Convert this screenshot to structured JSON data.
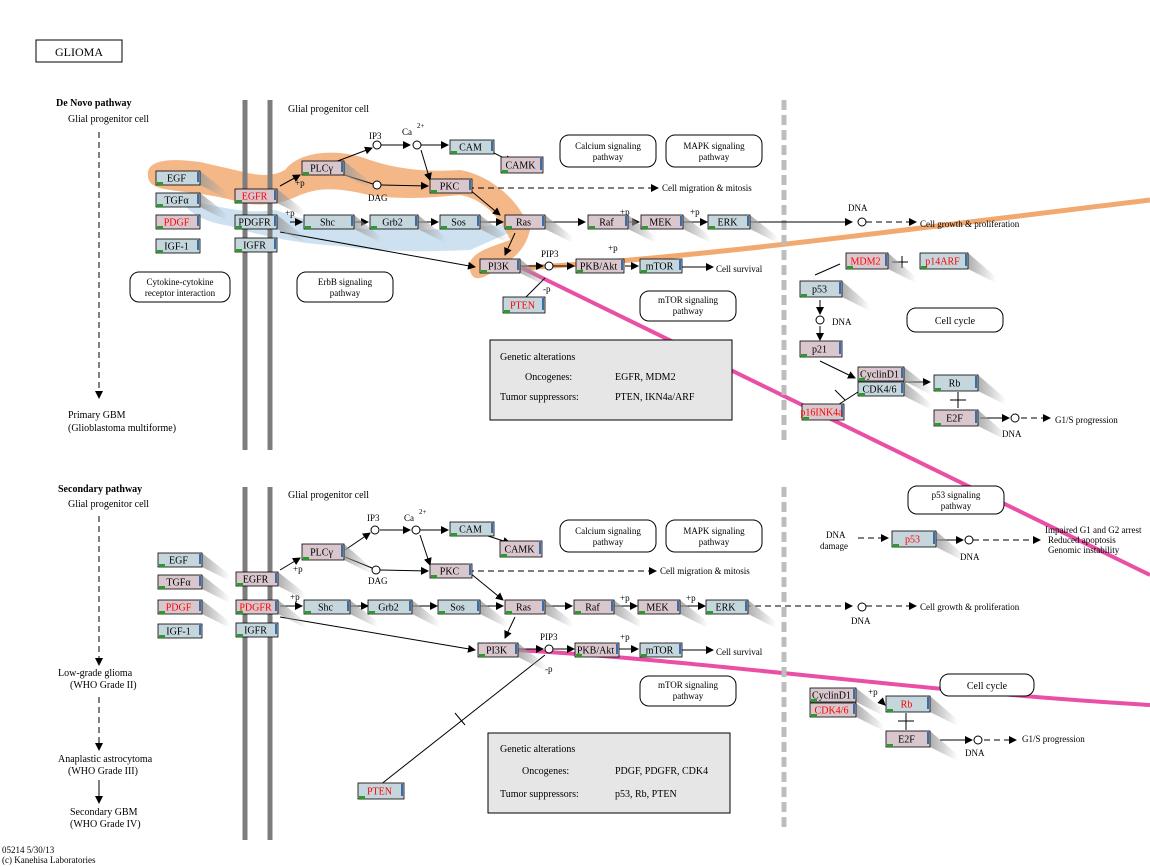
{
  "title": "GLIOMA",
  "footer": {
    "line1": "05214 5/30/13",
    "line2": "(c) Kanehisa Laboratories"
  },
  "colors": {
    "gene_fill": "#d9c7cd",
    "gene_fill_blue": "#c5d6dd",
    "mutant_text": "#ff0000",
    "highlight_orange": "#f0a060",
    "highlight_blue": "#b8d4ea",
    "highlight_pink": "#ea4fa6",
    "membrane": "#7d7d7d",
    "nucleus": "#bdbdbd",
    "green_marker": "#2a9a2a"
  },
  "denovo": {
    "section_title": "De Novo pathway",
    "cell_label": "Glial progenitor cell",
    "progenitor_cell": "Glial progenitor cell",
    "end_label_1": "Primary GBM",
    "end_label_2": "(Glioblastoma multiforme)",
    "ligands": [
      "EGF",
      "TGFα",
      "PDGF",
      "IGF-1"
    ],
    "receptors": [
      "EGFR",
      "PDGFR",
      "IGFR"
    ],
    "genes": {
      "plcg": "PLCγ",
      "pkc": "PKC",
      "camk": "CAMK",
      "cam": "CAM",
      "shc": "Shc",
      "grb2": "Grb2",
      "sos": "Sos",
      "ras": "Ras",
      "raf": "Raf",
      "mek": "MEK",
      "erk": "ERK",
      "pi3k": "PI3K",
      "pkb": "PKB/Akt",
      "mtor": "mTOR",
      "pten": "PTEN",
      "mdm2": "MDM2",
      "p14arf": "p14ARF",
      "p53": "p53",
      "p21": "p21",
      "cyclind1": "CyclinD1",
      "cdk46": "CDK4/6",
      "rb": "Rb",
      "e2f": "E2F",
      "p16": "p16INK4a"
    },
    "small": {
      "ip3": "IP3",
      "ca": "Ca",
      "ca_sup": "2+",
      "dag": "DAG",
      "pip3": "PIP3",
      "minus_p": "-p",
      "plus_p": "+p",
      "dna": "DNA"
    },
    "boxes": {
      "cytokine_1": "Cytokine-cytokine",
      "cytokine_2": "receptor interaction",
      "erbb_1": "ErbB signaling",
      "erbb_2": "pathway",
      "calcium_1": "Calcium signaling",
      "calcium_2": "pathway",
      "mapk_1": "MAPK signaling",
      "mapk_2": "pathway",
      "mtor_1": "mTOR signaling",
      "mtor_2": "pathway",
      "cellcycle": "Cell cycle"
    },
    "outputs": {
      "migration": "Cell migration & mitosis",
      "growth": "Cell growth & proliferation",
      "survival": "Cell survival",
      "g1s": "G1/S progression"
    },
    "genetic": {
      "title": "Genetic alterations",
      "onc_label": "Oncogenes:",
      "onc_value": "EGFR, MDM2",
      "ts_label": "Tumor suppressors:",
      "ts_value": "PTEN, IKN4a/ARF"
    }
  },
  "secondary": {
    "section_title": "Secondary pathway",
    "cell_label": "Glial progenitor cell",
    "progenitor_cell": "Glial progenitor cell",
    "stage1_1": "Low-grade glioma",
    "stage1_2": "(WHO Grade II)",
    "stage2_1": "Anaplastic astrocytoma",
    "stage2_2": "(WHO Grade III)",
    "stage3_1": "Secondary GBM",
    "stage3_2": "(WHO Grade IV)",
    "ligands": [
      "EGF",
      "TGFα",
      "PDGF",
      "IGF-1"
    ],
    "receptors": [
      "EGFR",
      "PDGFR",
      "IGFR"
    ],
    "genes": {
      "plcg": "PLCγ",
      "pkc": "PKC",
      "camk": "CAMK",
      "cam": "CAM",
      "shc": "Shc",
      "grb2": "Grb2",
      "sos": "Sos",
      "ras": "Ras",
      "raf": "Raf",
      "mek": "MEK",
      "erk": "ERK",
      "pi3k": "PI3K",
      "pkb": "PKB/Akt",
      "mtor": "mTOR",
      "pten": "PTEN",
      "p53": "p53",
      "cyclind1": "CyclinD1",
      "cdk46": "CDK4/6",
      "rb": "Rb",
      "e2f": "E2F"
    },
    "small": {
      "ip3": "IP3",
      "ca": "Ca",
      "ca_sup": "2+",
      "dag": "DAG",
      "pip3": "PIP3",
      "minus_p": "-p",
      "plus_p": "+p",
      "dna": "DNA",
      "dna_damage_1": "DNA",
      "dna_damage_2": "damage"
    },
    "boxes": {
      "calcium_1": "Calcium signaling",
      "calcium_2": "pathway",
      "mapk_1": "MAPK signaling",
      "mapk_2": "pathway",
      "mtor_1": "mTOR signaling",
      "mtor_2": "pathway",
      "p53sig_1": "p53 signaling",
      "p53sig_2": "pathway",
      "cellcycle": "Cell cycle"
    },
    "outputs": {
      "migration": "Cell migration & mitosis",
      "growth": "Cell growth & proliferation",
      "survival": "Cell survival",
      "g1s": "G1/S progression",
      "arrest_1": "Impaired G1 and G2 arrest",
      "arrest_2": "Reduced apoptosis",
      "arrest_3": "Genomic instability"
    },
    "genetic": {
      "title": "Genetic alterations",
      "onc_label": "Oncogenes:",
      "onc_value": "PDGF, PDGFR, CDK4",
      "ts_label": "Tumor suppressors:",
      "ts_value": "p53, Rb, PTEN"
    }
  }
}
